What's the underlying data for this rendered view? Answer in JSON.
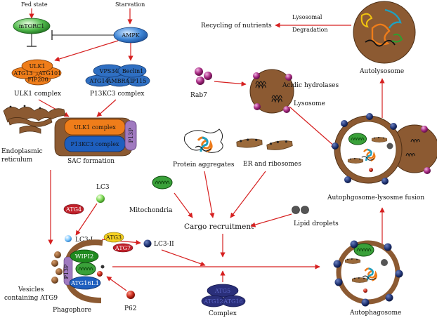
{
  "labels": {
    "fed_state": "Fed state",
    "starvation": "Starvation",
    "mtorc1": "mTORC1",
    "ampk": "AMPK",
    "ulk1": "ULK1",
    "atg13": "ATG13",
    "atg101": "ATG101",
    "fip200": "FIP200",
    "ulk1_complex": "ULK1 complex",
    "vps34": "VPS34",
    "beclin1": "Beclin1",
    "atg14": "ATG14",
    "ambra1": "AMBRA1",
    "p115": "P115",
    "p13kc3_complex": "P13KC3 complex",
    "er_line1": "Endoplasmic",
    "er_line2": "reticulum",
    "sac_ulk1": "ULK1 complex",
    "sac_p13k": "P13KC3 complex",
    "p13p": "P13P",
    "sac_formation": "SAC formation",
    "recycling": "Recycling of nutrients",
    "lyso_deg1": "Lysosomal",
    "lyso_deg2": "Degradation",
    "autolysosome": "Autolysosome",
    "rab7": "Rab7",
    "acidic_hydrolases": "Acidic hydrolases",
    "lysosome": "Lysosome",
    "protein_aggregates": "Protein aggregates",
    "er_ribosomes": "ER and ribosomes",
    "fusion": "Autophgosome-lysosme fusion",
    "lc3": "LC3",
    "atg4": "ATG4",
    "mitochondria": "Mitochondria",
    "cargo_recruitment": "Cargo recruitment",
    "lipid_droplets": "Lipid droplets",
    "lc3_i": "LC3-I",
    "atg3": "ATG3",
    "atg7": "ATG7",
    "lc3_ii": "LC3-II",
    "wipi2": "WIPI2",
    "atg16l1": "ATG16L1",
    "p13p_phago": "P13P",
    "vesicles_line1": "Vesicles",
    "vesicles_line2": "containing ATG9",
    "phagophore": "Phagophore",
    "p62": "P62",
    "atg5": "ATG5",
    "atg12": "ATG12",
    "atg16": "ATG16",
    "complex": "Complex",
    "autophagosome": "Autophagosome"
  },
  "colors": {
    "arrow": "#d62020",
    "vesicle_brown": "#a0642a",
    "organelle_brown": "#8c5a32",
    "green": "#1f8a1f",
    "blue": "#1e63b8",
    "dark_navy": "#1a2a5a",
    "orange": "#ef7d1a",
    "magenta": "#9b1b6e"
  }
}
